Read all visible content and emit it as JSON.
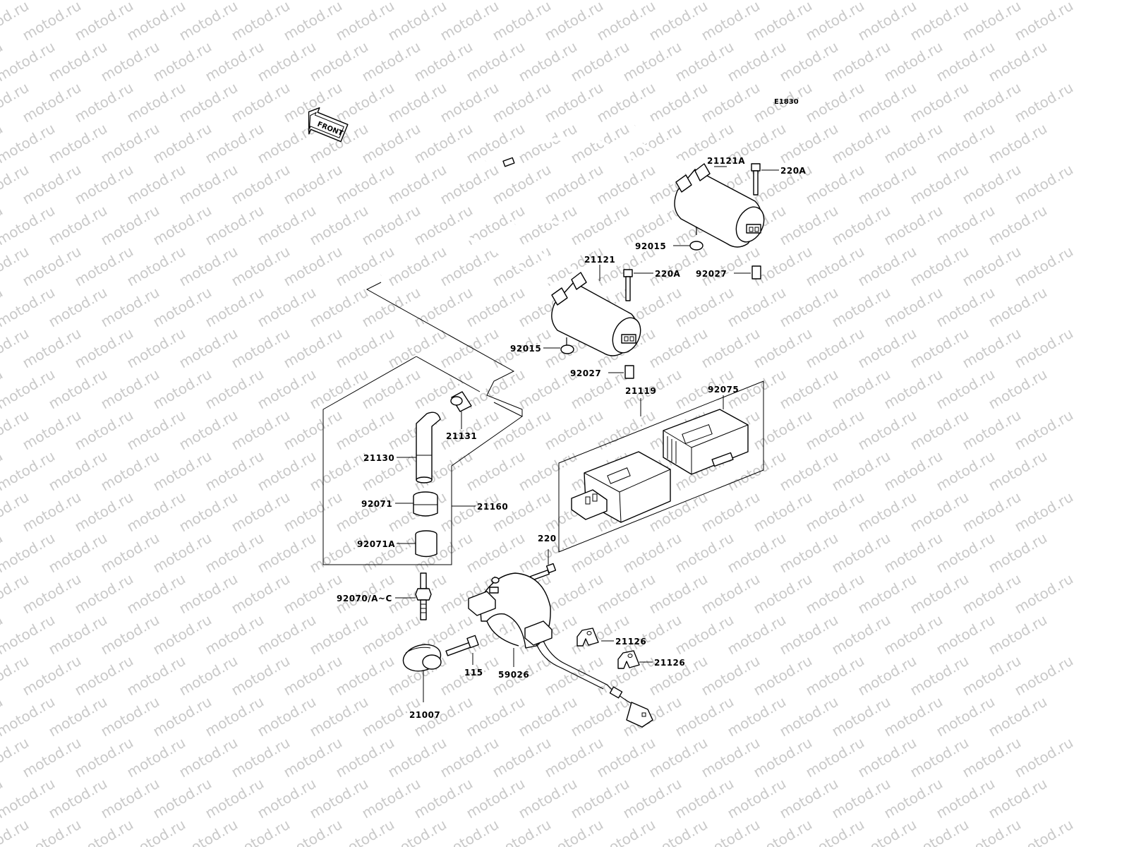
{
  "diagram_code": "E1830",
  "front_label": "FRONT",
  "watermark_text": "motod.ru",
  "labels": {
    "p21121A": "21121A",
    "p220A_1": "220A",
    "p92015_1": "92015",
    "p92027_1": "92027",
    "p21121": "21121",
    "p220A_2": "220A",
    "p92015_2": "92015",
    "p92027_2": "92027",
    "p21119": "21119",
    "p92075": "92075",
    "p21131": "21131",
    "p21130": "21130",
    "p92071": "92071",
    "p21160": "21160",
    "p92071A": "92071A",
    "p220": "220",
    "p92070": "92070/A~C",
    "p21126_1": "21126",
    "p21126_2": "21126",
    "p115": "115",
    "p59026": "59026",
    "p21007": "21007"
  }
}
